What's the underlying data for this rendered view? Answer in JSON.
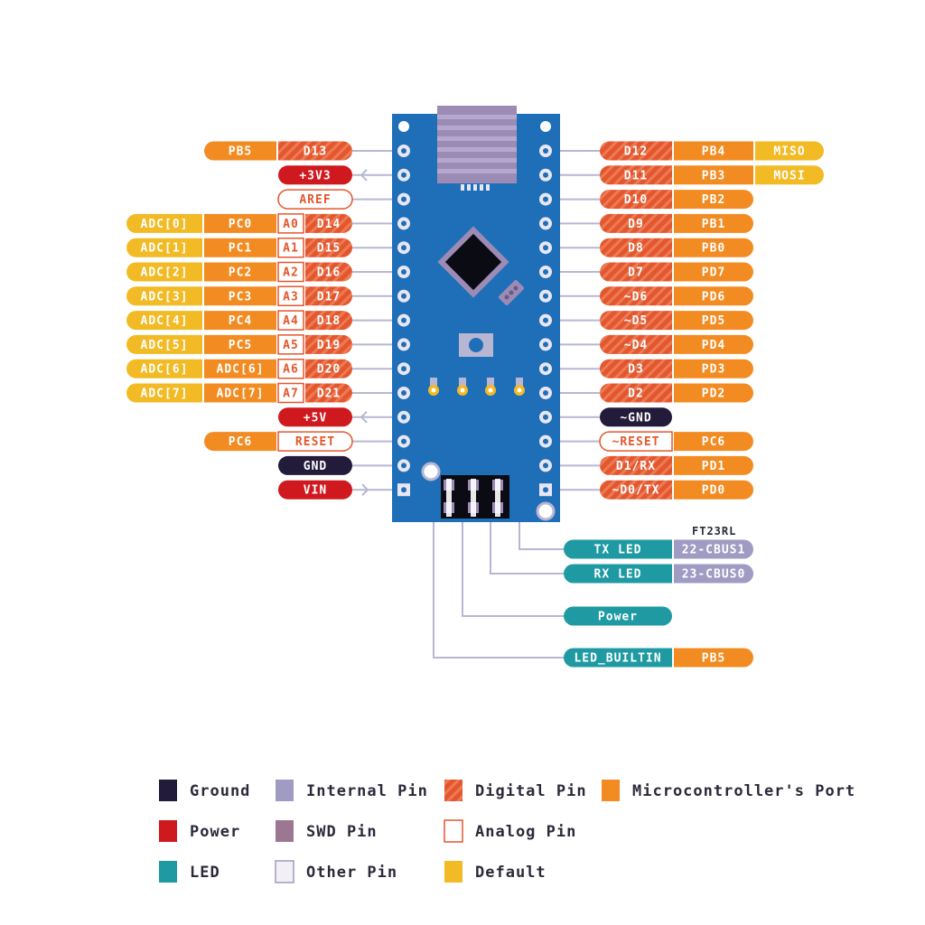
{
  "colors": {
    "ground": "#231B3A",
    "power": "#D0191F",
    "led": "#1F9AA3",
    "internal": "#9F9BC3",
    "swd": "#9C7791",
    "other": "#F2F0F4",
    "digital": "#E4572E",
    "analog": "#E4572E",
    "port": "#F28C22",
    "default": "#F2BB26",
    "board": "#1F6FB8",
    "board_edge": "#1A5DA0",
    "connector_line": "#B9B6D3"
  },
  "left_pins": [
    {
      "cells": [
        {
          "text": "PB5",
          "type": "port"
        },
        {
          "text": "D13",
          "type": "digital"
        }
      ]
    },
    {
      "cells": [
        {
          "text": "+3V3",
          "type": "power"
        }
      ]
    },
    {
      "cells": [
        {
          "text": "AREF",
          "type": "other"
        }
      ]
    },
    {
      "cells": [
        {
          "text": "ADC[0]",
          "type": "default"
        },
        {
          "text": "PC0",
          "type": "port"
        },
        {
          "text": "A0",
          "type": "analog"
        },
        {
          "text": "D14",
          "type": "digital"
        }
      ]
    },
    {
      "cells": [
        {
          "text": "ADC[1]",
          "type": "default"
        },
        {
          "text": "PC1",
          "type": "port"
        },
        {
          "text": "A1",
          "type": "analog"
        },
        {
          "text": "D15",
          "type": "digital"
        }
      ]
    },
    {
      "cells": [
        {
          "text": "ADC[2]",
          "type": "default"
        },
        {
          "text": "PC2",
          "type": "port"
        },
        {
          "text": "A2",
          "type": "analog"
        },
        {
          "text": "D16",
          "type": "digital"
        }
      ]
    },
    {
      "cells": [
        {
          "text": "ADC[3]",
          "type": "default"
        },
        {
          "text": "PC3",
          "type": "port"
        },
        {
          "text": "A3",
          "type": "analog"
        },
        {
          "text": "D17",
          "type": "digital"
        }
      ]
    },
    {
      "cells": [
        {
          "text": "ADC[4]",
          "type": "default"
        },
        {
          "text": "PC4",
          "type": "port"
        },
        {
          "text": "A4",
          "type": "analog"
        },
        {
          "text": "D18",
          "type": "digital"
        }
      ]
    },
    {
      "cells": [
        {
          "text": "ADC[5]",
          "type": "default"
        },
        {
          "text": "PC5",
          "type": "port"
        },
        {
          "text": "A5",
          "type": "analog"
        },
        {
          "text": "D19",
          "type": "digital"
        }
      ]
    },
    {
      "cells": [
        {
          "text": "ADC[6]",
          "type": "default"
        },
        {
          "text": "ADC[6]",
          "type": "port"
        },
        {
          "text": "A6",
          "type": "analog"
        },
        {
          "text": "D20",
          "type": "digital"
        }
      ]
    },
    {
      "cells": [
        {
          "text": "ADC[7]",
          "type": "default"
        },
        {
          "text": "ADC[7]",
          "type": "port"
        },
        {
          "text": "A7",
          "type": "analog"
        },
        {
          "text": "D21",
          "type": "digital"
        }
      ]
    },
    {
      "cells": [
        {
          "text": "+5V",
          "type": "power"
        }
      ]
    },
    {
      "cells": [
        {
          "text": "PC6",
          "type": "port"
        },
        {
          "text": "RESET",
          "type": "other"
        }
      ]
    },
    {
      "cells": [
        {
          "text": "GND",
          "type": "ground"
        }
      ]
    },
    {
      "cells": [
        {
          "text": "VIN",
          "type": "power"
        }
      ]
    }
  ],
  "right_pins": [
    {
      "cells": [
        {
          "text": "D12",
          "type": "digital"
        },
        {
          "text": "PB4",
          "type": "port"
        },
        {
          "text": "MISO",
          "type": "default"
        }
      ]
    },
    {
      "cells": [
        {
          "text": "D11",
          "type": "digital"
        },
        {
          "text": "PB3",
          "type": "port"
        },
        {
          "text": "MOSI",
          "type": "default"
        }
      ]
    },
    {
      "cells": [
        {
          "text": "D10",
          "type": "digital"
        },
        {
          "text": "PB2",
          "type": "port"
        }
      ]
    },
    {
      "cells": [
        {
          "text": "D9",
          "type": "digital"
        },
        {
          "text": "PB1",
          "type": "port"
        }
      ]
    },
    {
      "cells": [
        {
          "text": "D8",
          "type": "digital"
        },
        {
          "text": "PB0",
          "type": "port"
        }
      ]
    },
    {
      "cells": [
        {
          "text": "D7",
          "type": "digital"
        },
        {
          "text": "PD7",
          "type": "port"
        }
      ]
    },
    {
      "cells": [
        {
          "text": "~D6",
          "type": "digital"
        },
        {
          "text": "PD6",
          "type": "port"
        }
      ]
    },
    {
      "cells": [
        {
          "text": "~D5",
          "type": "digital"
        },
        {
          "text": "PD5",
          "type": "port"
        }
      ]
    },
    {
      "cells": [
        {
          "text": "~D4",
          "type": "digital"
        },
        {
          "text": "PD4",
          "type": "port"
        }
      ]
    },
    {
      "cells": [
        {
          "text": "D3",
          "type": "digital"
        },
        {
          "text": "PD3",
          "type": "port"
        }
      ]
    },
    {
      "cells": [
        {
          "text": "D2",
          "type": "digital"
        },
        {
          "text": "PD2",
          "type": "port"
        }
      ]
    },
    {
      "cells": [
        {
          "text": "~GND",
          "type": "ground"
        }
      ]
    },
    {
      "cells": [
        {
          "text": "~RESET",
          "type": "other"
        },
        {
          "text": "PC6",
          "type": "port"
        }
      ]
    },
    {
      "cells": [
        {
          "text": "D1/RX",
          "type": "digital"
        },
        {
          "text": "PD1",
          "type": "port"
        }
      ]
    },
    {
      "cells": [
        {
          "text": "~D0/TX",
          "type": "digital"
        },
        {
          "text": "PD0",
          "type": "port"
        }
      ]
    }
  ],
  "leds": {
    "title": "FT23RL",
    "items": [
      {
        "cells": [
          {
            "text": "TX LED",
            "type": "led"
          },
          {
            "text": "22-CBUS1",
            "type": "internal"
          }
        ]
      },
      {
        "cells": [
          {
            "text": "RX LED",
            "type": "led"
          },
          {
            "text": "23-CBUS0",
            "type": "internal"
          }
        ]
      },
      {
        "cells": [
          {
            "text": "Power",
            "type": "led"
          }
        ]
      },
      {
        "cells": [
          {
            "text": "LED_BUILTIN",
            "type": "led"
          },
          {
            "text": "PB5",
            "type": "port"
          }
        ]
      }
    ]
  },
  "legend": [
    {
      "label": "Ground",
      "type": "ground"
    },
    {
      "label": "Internal Pin",
      "type": "internal"
    },
    {
      "label": "Digital Pin",
      "type": "digital"
    },
    {
      "label": "Microcontroller's Port",
      "type": "port"
    },
    {
      "label": "Power",
      "type": "power"
    },
    {
      "label": "SWD Pin",
      "type": "swd"
    },
    {
      "label": "Analog Pin",
      "type": "analog"
    },
    {
      "label": "LED",
      "type": "led"
    },
    {
      "label": "Other Pin",
      "type": "other"
    },
    {
      "label": "Default",
      "type": "default"
    }
  ]
}
